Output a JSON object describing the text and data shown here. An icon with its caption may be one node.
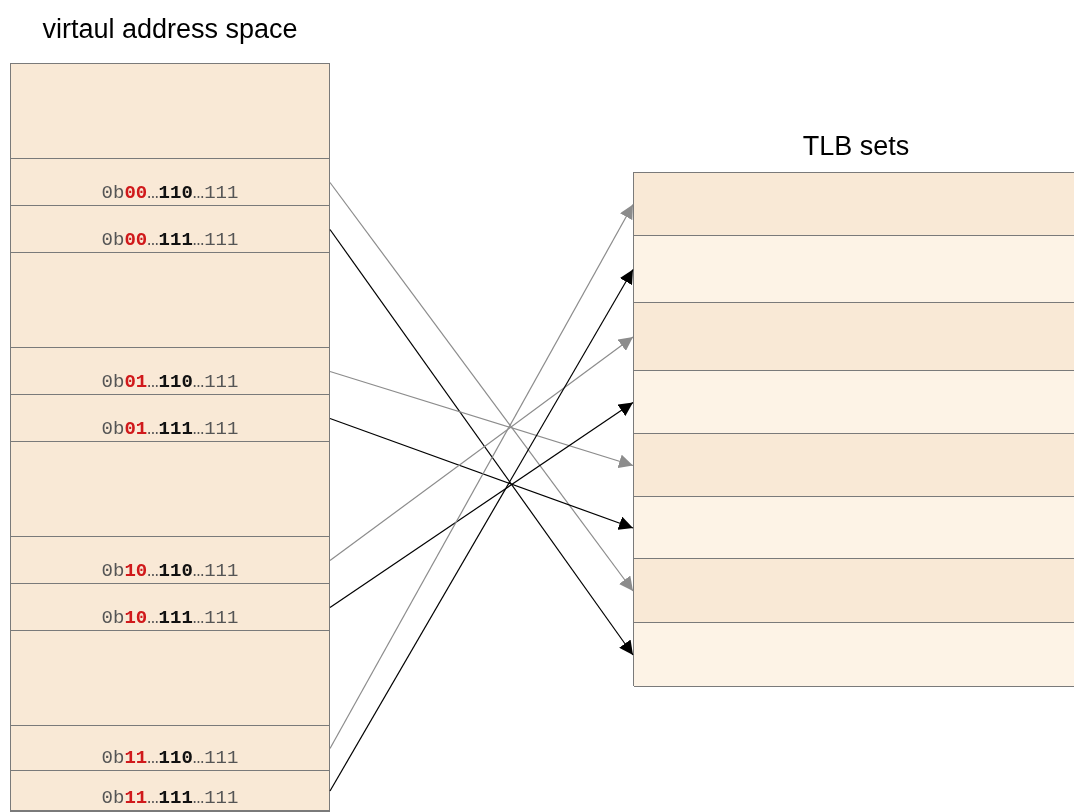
{
  "diagram": {
    "nodes": [
      {
        "text": [
          "virtaul address space"
        ]
      },
      {
        "text": [],
        "shape": "box",
        "in": 0
      },
      {
        "text": [
          "0b**00**…**110**…111"
        ],
        "in": 0
      },
      {
        "text": [
          "0b**00**…**111**…111"
        ],
        "in": 0
      },
      {
        "text": [],
        "shape": "box",
        "in": 0
      },
      {
        "text": [
          "0b**01**…**110**…111"
        ],
        "in": 0
      },
      {
        "text": [
          "0b**01**…**111**…111"
        ],
        "in": 0
      },
      {
        "text": [],
        "shape": "box",
        "in": 0
      },
      {
        "text": [
          "0b**10**…**110**…111"
        ],
        "in": 0
      },
      {
        "text": [
          "0b**10**…**111**…111"
        ],
        "in": 0
      },
      {
        "text": [],
        "shape": "box",
        "in": 0
      },
      {
        "text": [
          "0b**11**…**110**…111"
        ],
        "in": 0
      },
      {
        "text": [
          "0b**11**…**111**…111"
        ],
        "in": 0
      },
      {
        "text": [
          "TLB sets"
        ]
      },
      {
        "text": [],
        "shape": "box",
        "in": 13
      },
      {
        "text": [],
        "shape": "box",
        "in": 13
      },
      {
        "text": [],
        "shape": "box",
        "in": 13
      },
      {
        "text": [],
        "shape": "box",
        "in": 13
      },
      {
        "text": [],
        "shape": "box",
        "in": 13
      },
      {
        "text": [],
        "shape": "box",
        "in": 13
      },
      {
        "text": [],
        "shape": "box",
        "in": 13
      },
      {
        "text": [],
        "shape": "box",
        "in": 13
      }
    ],
    "edges": [
      {
        "from": 2,
        "to": 20,
        "arrow": "to",
        "color": "#8c8c8c"
      },
      {
        "from": 3,
        "to": 21,
        "arrow": "to",
        "color": "#000000"
      },
      {
        "from": 5,
        "to": 18,
        "arrow": "to",
        "color": "#8c8c8c"
      },
      {
        "from": 6,
        "to": 19,
        "arrow": "to",
        "color": "#000000"
      },
      {
        "from": 8,
        "to": 16,
        "arrow": "to",
        "color": "#8c8c8c"
      },
      {
        "from": 9,
        "to": 17,
        "arrow": "to",
        "color": "#000000"
      },
      {
        "from": 11,
        "to": 14,
        "arrow": "to",
        "color": "#8c8c8c"
      },
      {
        "from": 12,
        "to": 15,
        "arrow": "to",
        "color": "#000000"
      }
    ]
  }
}
